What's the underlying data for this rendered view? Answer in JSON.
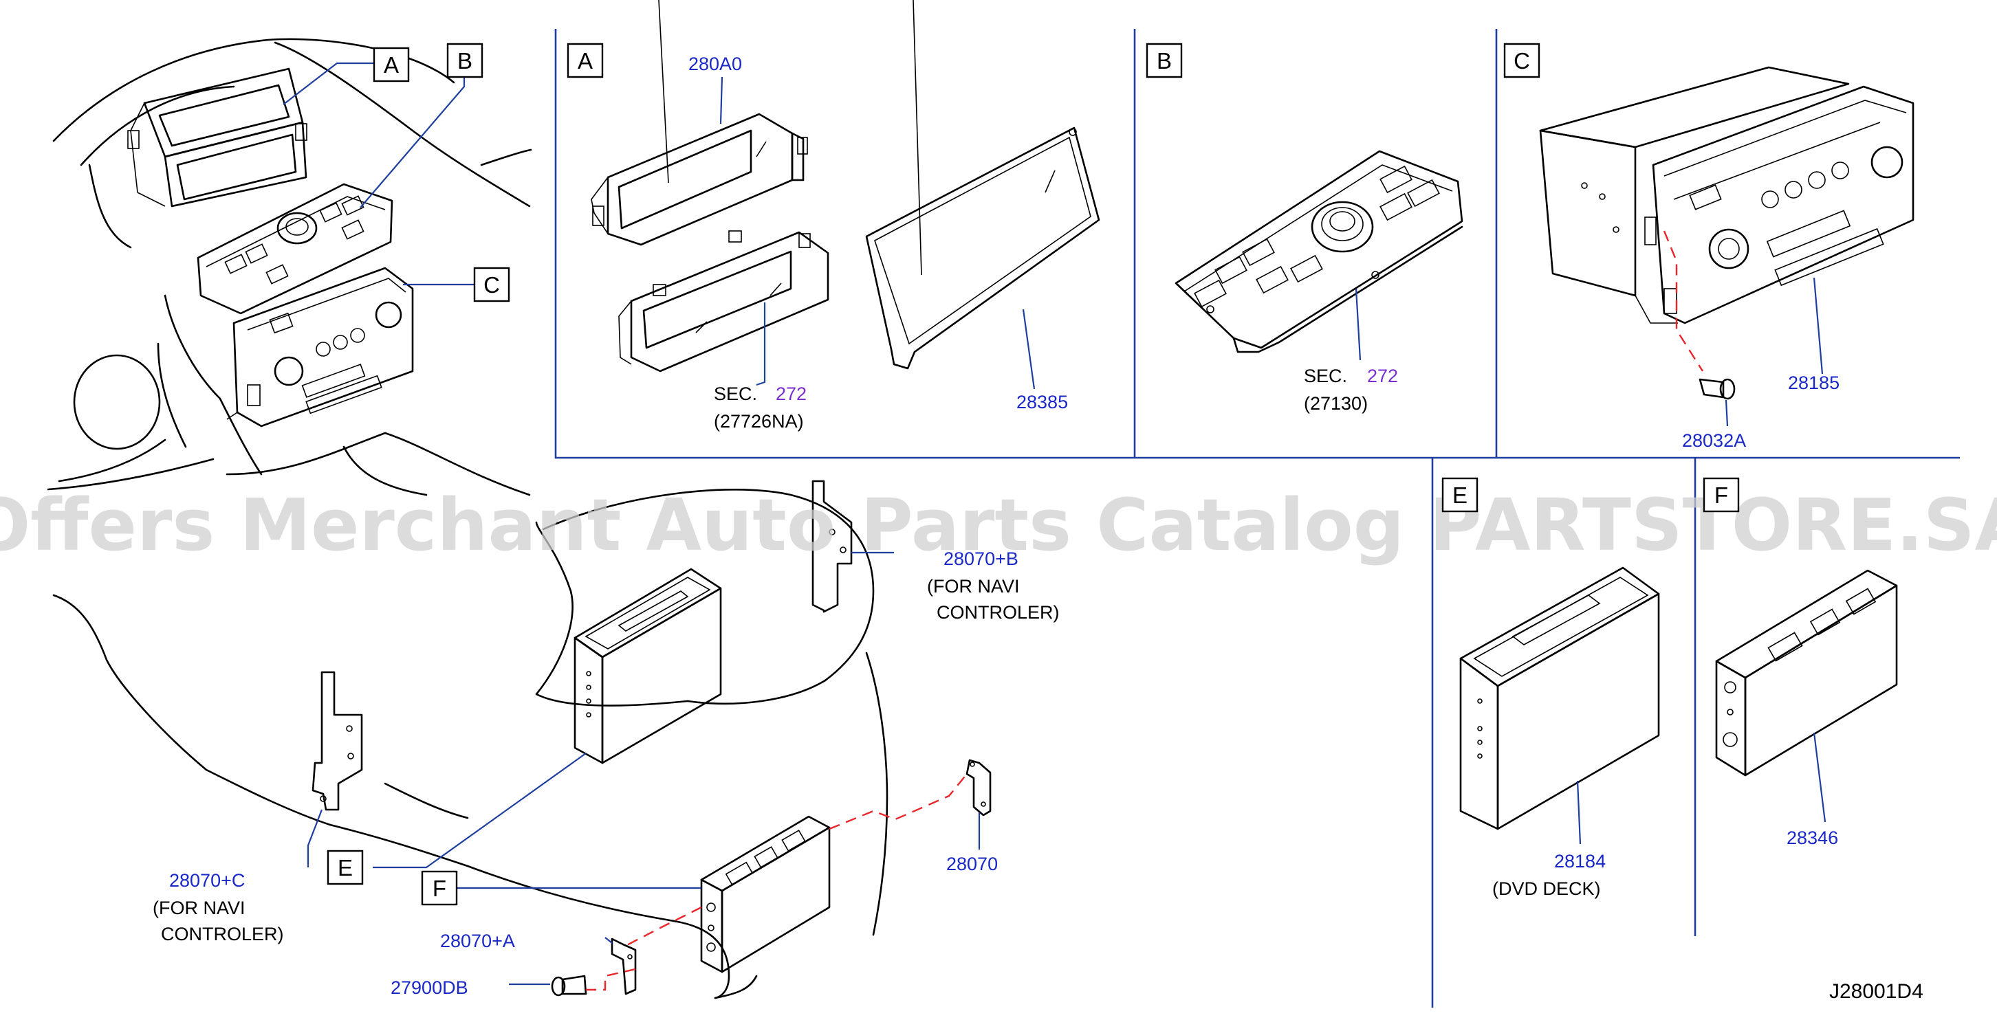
{
  "diagram": {
    "code": "J28001D4",
    "watermark": "Offers Merchant Auto Parts Catalog PARTSTORE.SA",
    "colors": {
      "part_number": "#1a28c8",
      "section_number": "#7a2fd0",
      "leader": "#1f3f9f",
      "dashed_line": "#e8262b",
      "watermark": "#cfcfcf"
    },
    "callouts": {
      "a": "A",
      "b": "B",
      "c": "C",
      "e": "E",
      "f": "F"
    },
    "panels": {
      "a": {
        "tag": "A",
        "parts": {
          "display_unit": "280A0",
          "display_cover": "28385"
        },
        "sec_prefix": "SEC.",
        "sec_number": "272",
        "sec_ref": "(27726NA)"
      },
      "b": {
        "tag": "B",
        "sec_prefix": "SEC.",
        "sec_number": "272",
        "sec_ref": "(27130)"
      },
      "c": {
        "tag": "C",
        "parts": {
          "audio_unit": "28185",
          "screw": "28032A"
        }
      },
      "e": {
        "tag": "E",
        "part": "28184",
        "note": "(DVD   DECK)"
      },
      "f": {
        "tag": "F",
        "part": "28346"
      }
    },
    "main": {
      "bracket_b": {
        "part": "28070+B",
        "note_line1": "(FOR   NAVI",
        "note_line2": "CONTROLER)"
      },
      "bracket_c": {
        "part": "28070+C",
        "note_line1": "(FOR   NAVI",
        "note_line2": "CONTROLER)"
      },
      "bracket": {
        "part": "28070"
      },
      "bracket_a": {
        "part": "28070+A"
      },
      "screw": {
        "part": "27900DB"
      }
    }
  }
}
